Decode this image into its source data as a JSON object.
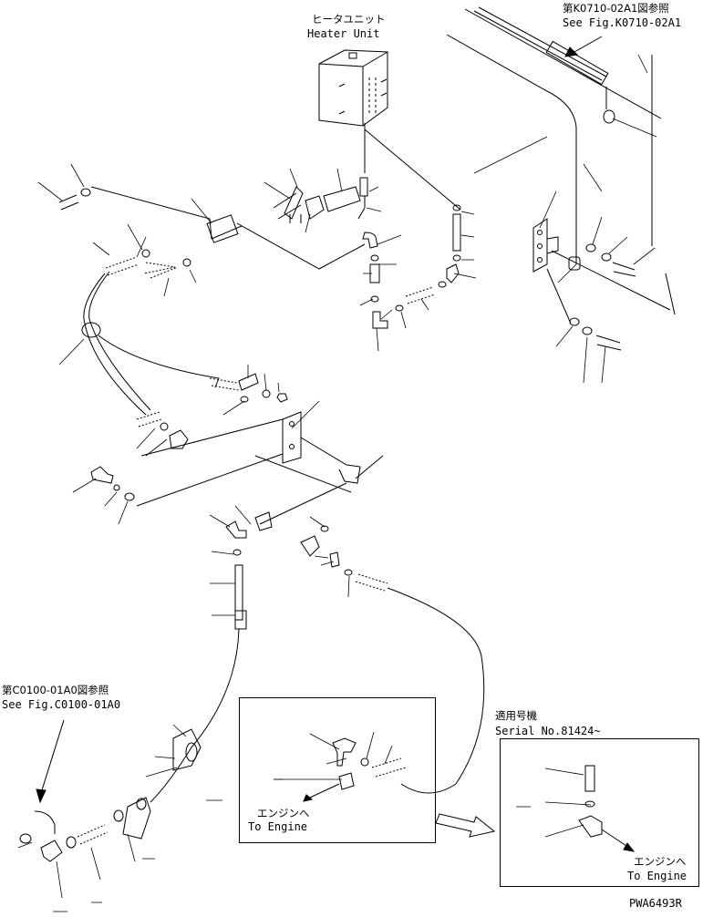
{
  "labels": {
    "heater_unit_jp": "ヒータユニット",
    "heater_unit_en": "Heater Unit",
    "ref_k0710_jp": "第K0710-02A1図参照",
    "ref_k0710_en": "See Fig.K0710-02A1",
    "ref_c0100_jp": "第C0100-01A0図参照",
    "ref_c0100_en": "See Fig.C0100-01A0",
    "to_engine_jp_1": "エンジンへ",
    "to_engine_en_1": "To Engine",
    "serial_jp": "適用号機",
    "serial_en": "Serial No.81424~",
    "to_engine_jp_2": "エンジンへ",
    "to_engine_en_2": "To Engine",
    "drawing_no": "PWA6493R"
  },
  "colors": {
    "line": "#000000",
    "background": "#ffffff"
  }
}
